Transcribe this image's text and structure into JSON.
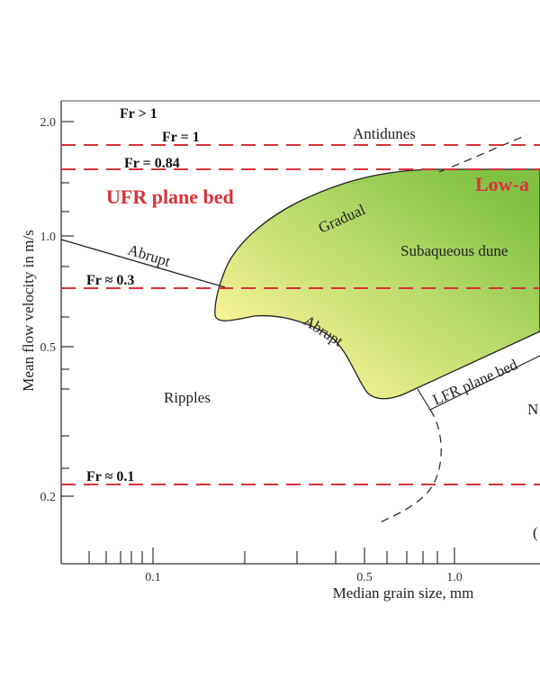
{
  "axes": {
    "x_title": "Median grain size, mm",
    "y_title": "Mean flow velocity in m/s",
    "x_ticks": [
      "0.1",
      "0.5",
      "1.0"
    ],
    "y_ticks": [
      "2.0",
      "1.0",
      "0.5",
      "0.2"
    ]
  },
  "froude": {
    "gt1": "Fr > 1",
    "eq1": "Fr = 1",
    "eq084": "Fr = 0.84",
    "eq03": "Fr ≈ 0.3",
    "eq01": "Fr ≈ 0.1"
  },
  "regions": {
    "antidunes": "Antidunes",
    "ufr": "UFR plane bed",
    "low_angle": "Low-a",
    "dunes": "Subaqueous dune",
    "ripples": "Ripples",
    "lfr": "LFR plane bed",
    "cut_n": "N",
    "cut_g": "("
  },
  "boundaries": {
    "gradual": "Gradual",
    "abrupt_upper": "Abrupt",
    "abrupt_lower": "Abrupt"
  },
  "colors": {
    "fill_light": "#fbf59a",
    "fill_dark": "#7fc241",
    "dash_red": "#d9323a"
  }
}
